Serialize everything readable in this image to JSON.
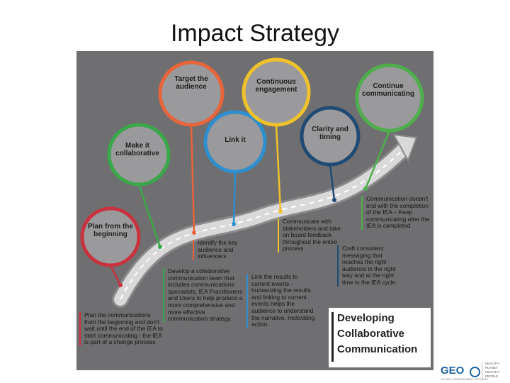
{
  "slide": {
    "title": "Impact Strategy"
  },
  "headline": {
    "lines": [
      "Developing",
      "Collaborative",
      "Communication"
    ]
  },
  "steps": [
    {
      "key": "plan",
      "color": "#c8323e",
      "title": "Plan from the beginning",
      "description": "Plan the communications from the beginning and don't wait until the end of the IEA to start communicating - the IEA is part of a change process"
    },
    {
      "key": "collaborative",
      "color": "#3aa849",
      "title": "Make it collaborative",
      "description": "Develop a collaborative communication team that includes communications specialists, IEA Practitioners and Users to help produce a more comprehensive and more effective communication strategy."
    },
    {
      "key": "target",
      "color": "#e8643a",
      "title": "Target the audience",
      "description": "Identify the key audience and influencers"
    },
    {
      "key": "link",
      "color": "#2e8fce",
      "title": "Link it",
      "description": "Link the results to current events - humanizing the results and linking to current events helps the audience to understand the narrative, motivating action."
    },
    {
      "key": "engagement",
      "color": "#f0c22a",
      "title": "Continuous engagement",
      "description": "Communicate with stakeholders and take on board feedback throughout the entire process"
    },
    {
      "key": "clarity",
      "color": "#1f4a73",
      "title": "Clarity and timing",
      "description": "Craft consistent messaging that reaches the right audience in the right way and at the right time in the IEA cycle."
    },
    {
      "key": "continue",
      "color": "#4fae4c",
      "title": "Continue communicating",
      "description": "Communication doesn't end with the completion of the IEA – Keep communicating after the IEA is completed"
    }
  ],
  "logo": {
    "name": "GEO",
    "subtitle": "GLOBAL ENVIRONMENT OUTLOOK",
    "lines": [
      "HEALTHY",
      "PLANET",
      "HEALTHY",
      "PEOPLE"
    ]
  }
}
